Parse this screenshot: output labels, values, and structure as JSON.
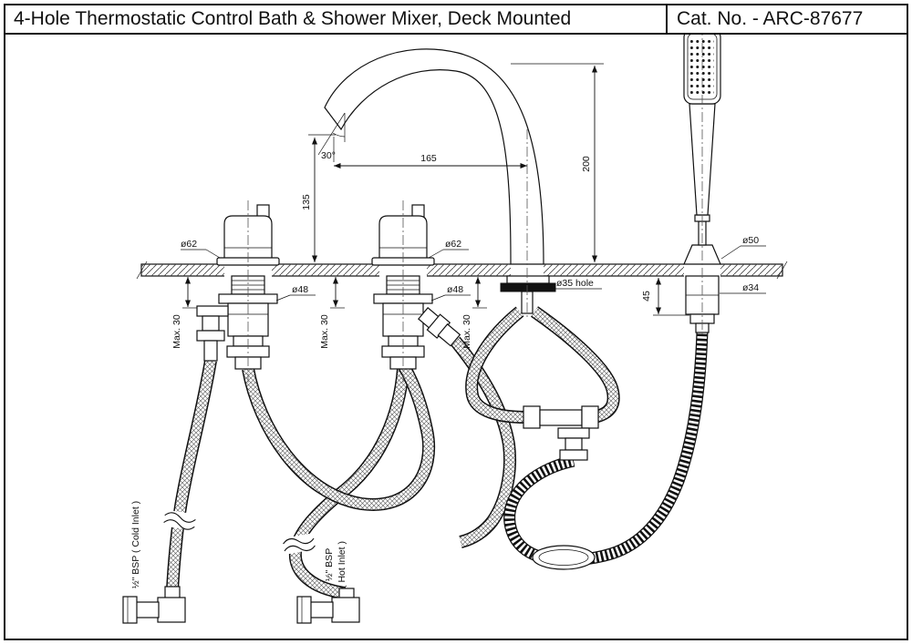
{
  "header": {
    "title": "4-Hole Thermostatic Control Bath & Shower Mixer, Deck Mounted",
    "cat_no": "Cat. No. - ARC-87677"
  },
  "labels": {
    "dim_135": "135",
    "dim_165": "165",
    "dim_200": "200",
    "angle_30": "30°",
    "dia_62_left": "ø62",
    "dia_62_right": "ø62",
    "dia_48_left": "ø48",
    "dia_48_right": "ø48",
    "dia_35_hole": "ø35 hole",
    "dia_50": "ø50",
    "dia_34": "ø34",
    "dim_45": "45",
    "max30_left": "Max. 30",
    "max30_mid": "Max. 30",
    "max30_right": "Max. 30",
    "cold_inlet": "½\" BSP ( Cold Inlet )",
    "hot_inlet_1": "½\" BSP",
    "hot_inlet_2": "( Hot Inlet )"
  }
}
